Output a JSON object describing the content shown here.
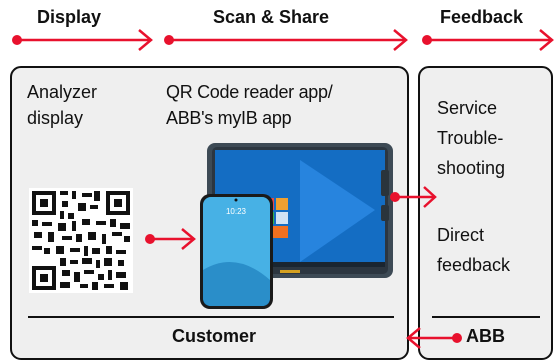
{
  "headers": {
    "display": "Display",
    "scan_share": "Scan & Share",
    "feedback": "Feedback"
  },
  "customer_box": {
    "analyzer_display": [
      "Analyzer",
      "display"
    ],
    "app_label": [
      "QR Code reader app/",
      "ABB's myIB app"
    ],
    "footer": "Customer",
    "phone_time": "10:23"
  },
  "abb_box": {
    "service": [
      "Service",
      "Trouble-",
      "shooting"
    ],
    "direct": [
      "Direct",
      "feedback"
    ],
    "footer": "ABB"
  },
  "colors": {
    "arrow_red": "#e8112d",
    "border": "#111111",
    "box_fill": "#efefef"
  },
  "icons": [
    "qr-code-icon",
    "smartphone-icon",
    "tablet-icon"
  ]
}
